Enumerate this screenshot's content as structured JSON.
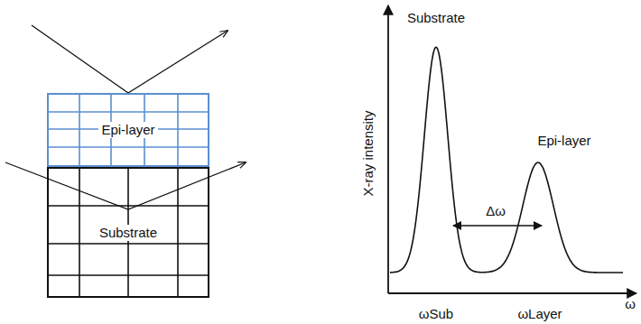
{
  "diagram": {
    "nodes": [
      {
        "text": [
          "Epi-layer"
        ]
      },
      {
        "text": [
          "Substrate"
        ]
      }
    ],
    "labels": [
      "Substrate",
      "Epi-layer",
      "X-ray intensity",
      "Δω",
      "ω",
      "ωSub",
      "ωLayer"
    ]
  }
}
